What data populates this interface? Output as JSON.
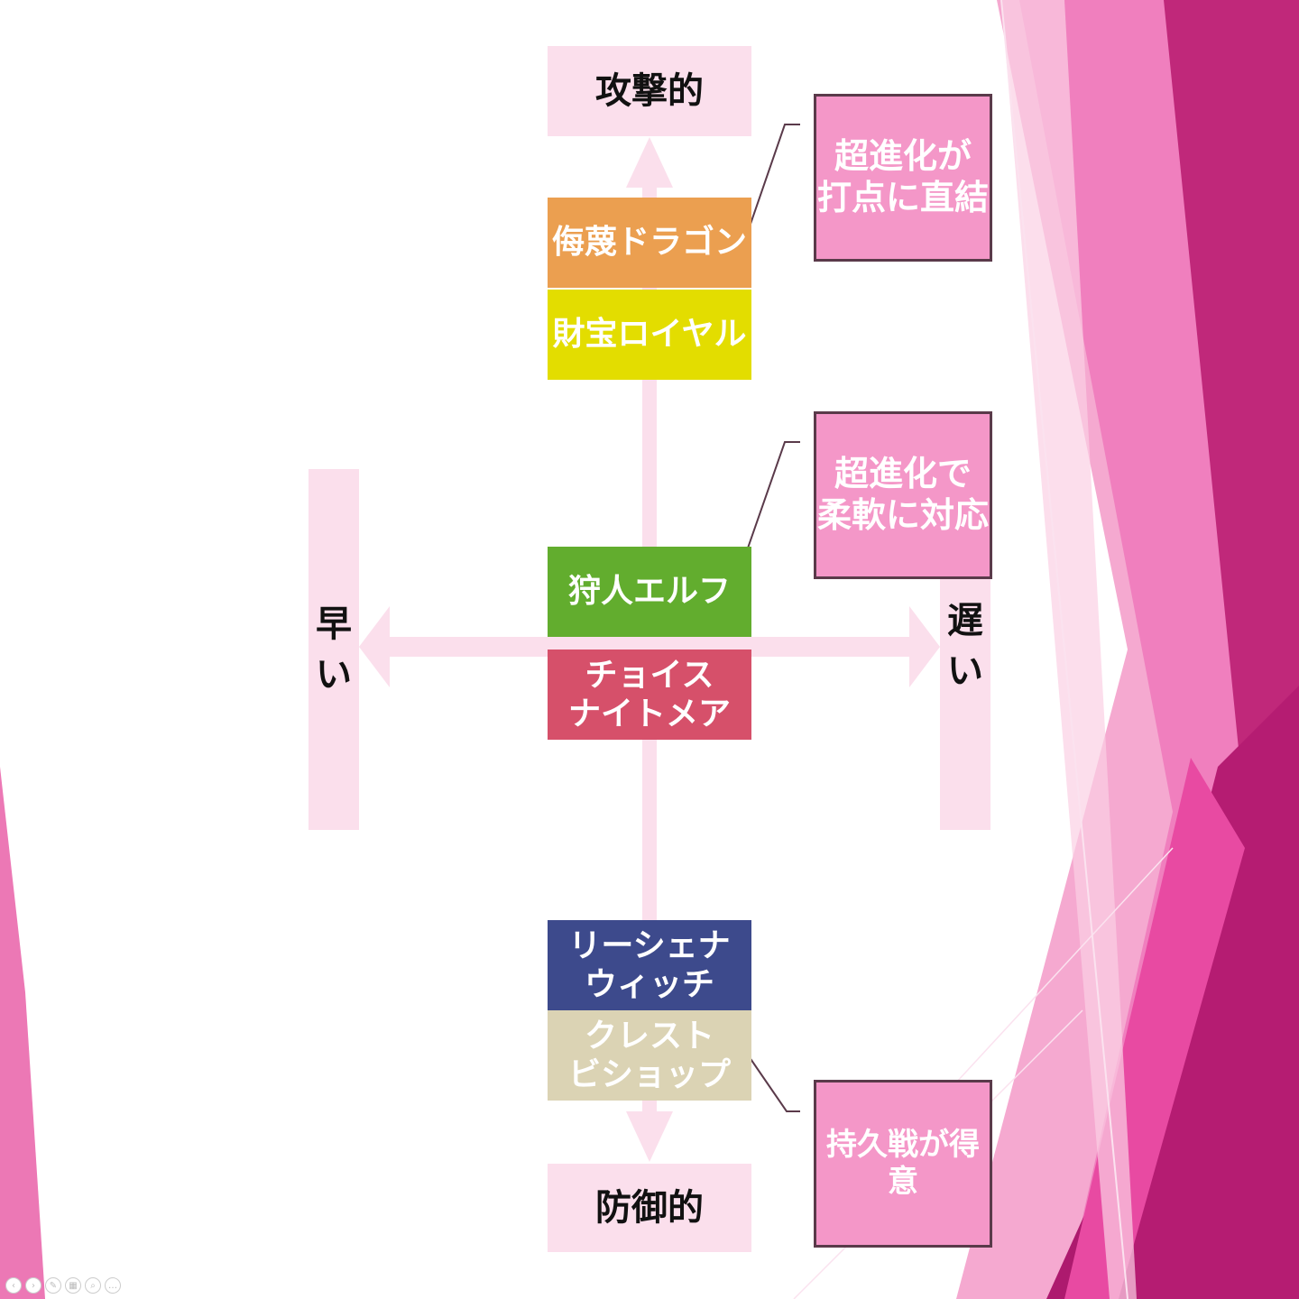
{
  "colors": {
    "pole_bg": "#fbdfec",
    "note_bg": "#f497c8",
    "dragon": "#eb9f50",
    "royal": "#e3dd00",
    "elf": "#62ad2e",
    "nightmare": "#d6506a",
    "witch": "#3d4a8c",
    "bishop": "#dbd3b4"
  },
  "poles": {
    "top": "攻撃的",
    "bottom": "防御的",
    "left": [
      "早",
      "い"
    ],
    "right": [
      "遅",
      "い"
    ]
  },
  "decks": {
    "dragon": "侮蔑ドラゴン",
    "royal": "財宝ロイヤル",
    "elf": "狩人エルフ",
    "nightmare": [
      "チョイス",
      "ナイトメア"
    ],
    "witch": [
      "リーシェナ",
      "ウィッチ"
    ],
    "bishop": [
      "クレスト",
      "ビショップ"
    ]
  },
  "notes": {
    "note1": [
      "超進化が",
      "打点に直結"
    ],
    "note2": [
      "超進化で",
      "柔軟に対応"
    ],
    "note3": "持久戦が得意"
  },
  "nav_icons": [
    "prev-icon",
    "next-icon",
    "pen-icon",
    "slides-icon",
    "zoom-icon",
    "more-icon"
  ]
}
